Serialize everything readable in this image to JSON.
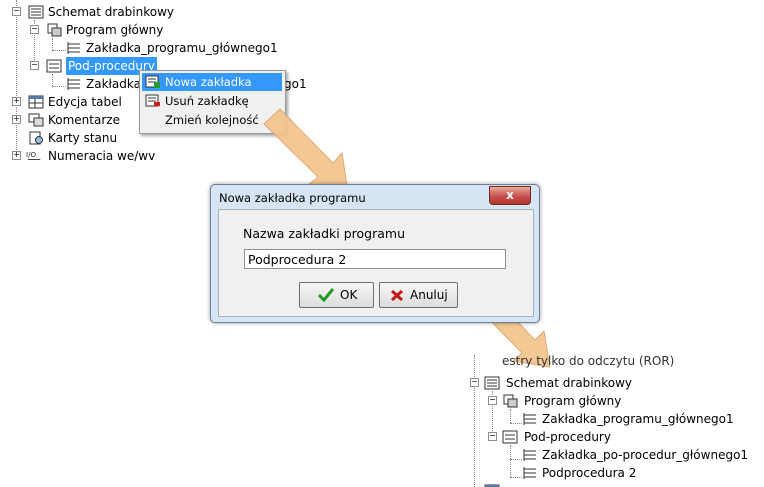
{
  "top_tree": {
    "schemat": "Schemat drabinkowy",
    "program_glowny": "Program główny",
    "zakladka_glowna": "Zakładka_programu_głównego1",
    "pod_procedury": "Pod-procedury",
    "zakladka_sub_partial": "Zakładka",
    "zakladka_sub_tail": "go1",
    "edycja_tabel": "Edycja tabel",
    "komentarze": "Komentarze",
    "karty_stanu": "Karty stanu",
    "numeracia": "Numeracia we/wv"
  },
  "context_menu": {
    "items": [
      {
        "label": "Nowa zakładka",
        "icon": "new-tab-icon"
      },
      {
        "label": "Usuń zakładkę",
        "icon": "delete-tab-icon"
      },
      {
        "label": "Zmień kolejność",
        "icon": ""
      }
    ]
  },
  "dialog": {
    "title": "Nowa zakładka programu",
    "close": "x",
    "field_label": "Nazwa zakładki programu",
    "field_value": "Podprocedura 2",
    "ok_label": "OK",
    "cancel_label": "Anuluj"
  },
  "bottom_tree": {
    "cut_item": "estry tylko do odczytu (ROR)",
    "schemat": "Schemat drabinkowy",
    "program_glowny": "Program główny",
    "zakladka_glowna": "Zakładka_programu_głównego1",
    "pod_procedury": "Pod-procedury",
    "zakladka_sub": "Zakładka_po-procedur_głównego1",
    "podprocedura2": "Podprocedura 2"
  },
  "colors": {
    "selection": "#3399ff",
    "dialog_frame": "#d6e4f3",
    "arrow_fill": "#f4c48c",
    "close_button": "#c75050"
  }
}
